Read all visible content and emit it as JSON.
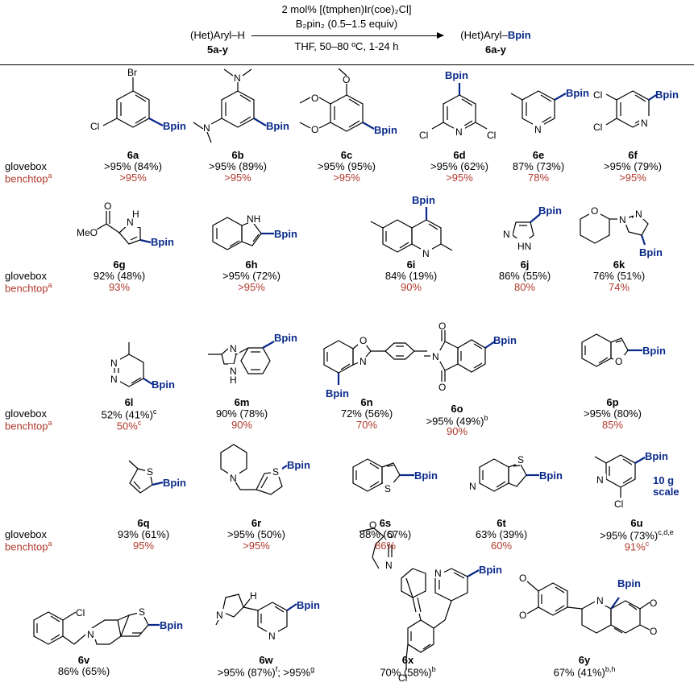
{
  "scheme": {
    "catalyst_line1": "2 mol% [(tmphen)Ir(coe)₂Cl]",
    "catalyst_line2": "B₂pin₂ (0.5–1.5 equiv)",
    "conditions": "THF, 50–80 ºC, 1-24 h",
    "reactant": "(Het)Aryl–H",
    "reactant_id": "5a-y",
    "product_prefix": "(Het)Aryl–",
    "product_bpin": "Bpin",
    "product_id": "6a-y"
  },
  "row_labels": {
    "glovebox": "glovebox",
    "benchtop": "benchtop",
    "benchtop_sup": "a"
  },
  "bpin": "Bpin",
  "scale_note": [
    "10 g",
    "scale"
  ],
  "compounds": [
    {
      "id": "6a",
      "glovebox": ">95% (84%)",
      "benchtop": ">95%"
    },
    {
      "id": "6b",
      "glovebox": ">95% (89%)",
      "benchtop": ">95%"
    },
    {
      "id": "6c",
      "glovebox": ">95% (95%)",
      "benchtop": ">95%"
    },
    {
      "id": "6d",
      "glovebox": ">95% (62%)",
      "benchtop": ">95%"
    },
    {
      "id": "6e",
      "glovebox": "87% (73%)",
      "benchtop": "78%"
    },
    {
      "id": "6f",
      "glovebox": ">95% (79%)",
      "benchtop": ">95%"
    },
    {
      "id": "6g",
      "glovebox": "92% (48%)",
      "benchtop": "93%"
    },
    {
      "id": "6h",
      "glovebox": ">95% (72%)",
      "benchtop": ">95%"
    },
    {
      "id": "6i",
      "glovebox": "84% (19%)",
      "benchtop": "90%"
    },
    {
      "id": "6j",
      "glovebox": "86% (55%)",
      "benchtop": "80%"
    },
    {
      "id": "6k",
      "glovebox": "76% (51%)",
      "benchtop": "74%"
    },
    {
      "id": "6l",
      "glovebox": "52% (41%)",
      "glovebox_sup": "c",
      "benchtop": "50%",
      "benchtop_sup": "c"
    },
    {
      "id": "6m",
      "glovebox": "90% (78%)",
      "benchtop": "90%"
    },
    {
      "id": "6n",
      "glovebox": "72% (56%)",
      "benchtop": "70%"
    },
    {
      "id": "6o",
      "glovebox": ">95% (49%)",
      "glovebox_sup": "b",
      "benchtop": "90%"
    },
    {
      "id": "6p",
      "glovebox": ">95% (80%)",
      "benchtop": "85%"
    },
    {
      "id": "6q",
      "glovebox": "93% (61%)",
      "benchtop": "95%"
    },
    {
      "id": "6r",
      "glovebox": ">95% (50%)",
      "benchtop": ">95%"
    },
    {
      "id": "6s",
      "glovebox": "88% (67%)",
      "benchtop": "86%"
    },
    {
      "id": "6t",
      "glovebox": "63% (39%)",
      "benchtop": "60%"
    },
    {
      "id": "6u",
      "glovebox": ">95% (73%)",
      "glovebox_sup": "c,d,e",
      "benchtop": "91%",
      "benchtop_sup": "c"
    },
    {
      "id": "6v",
      "glovebox": "86% (65%)"
    },
    {
      "id": "6w",
      "glovebox": ">95% (87%)",
      "glovebox_sup": "f",
      "glovebox_tail": "; >95%",
      "glovebox_tail_sup": "g"
    },
    {
      "id": "6x",
      "glovebox": "70% (58%)",
      "glovebox_sup": "b"
    },
    {
      "id": "6y",
      "glovebox": "67% (41%)",
      "glovebox_sup": "b,h"
    }
  ],
  "atoms": {
    "Br": "Br",
    "Cl": "Cl",
    "N": "N",
    "O": "O",
    "S": "S",
    "NH": "NH",
    "HN": "HN",
    "H": "H",
    "MeO": "MeO"
  }
}
